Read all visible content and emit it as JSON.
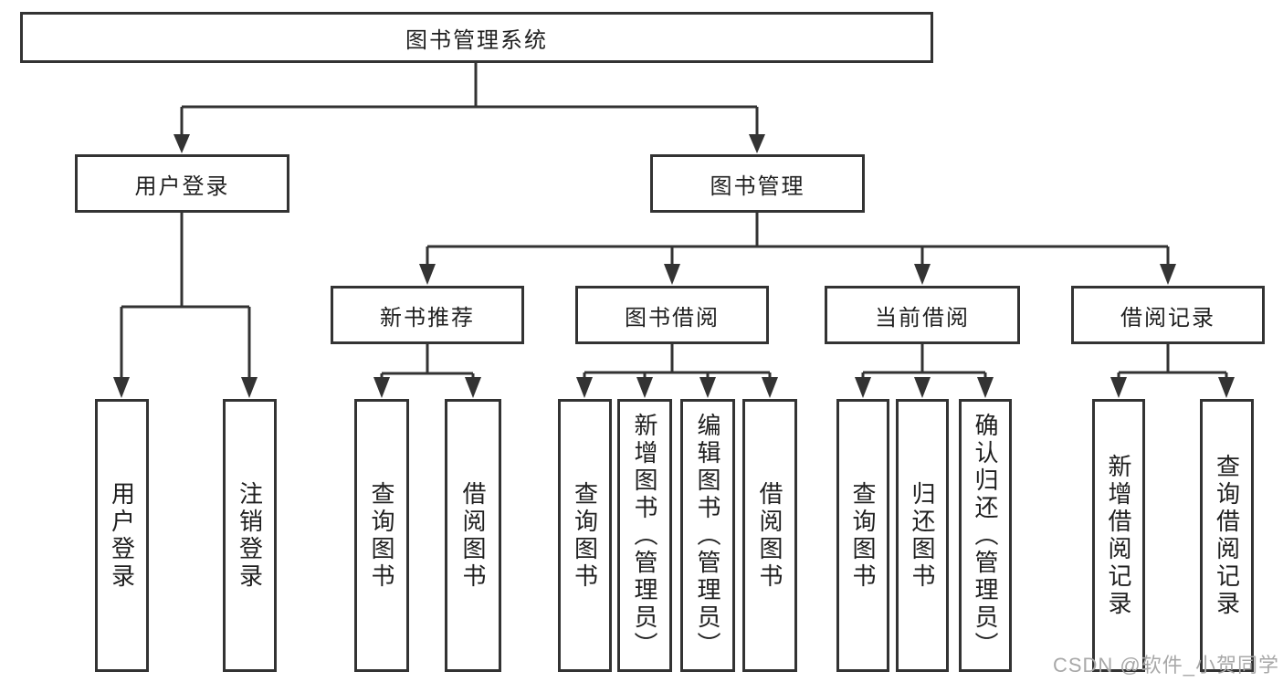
{
  "diagram": {
    "root": {
      "label": "图书管理系统"
    },
    "level2": [
      {
        "label": "用户登录",
        "children": [
          {
            "label": "用户登录"
          },
          {
            "label": "注销登录"
          }
        ]
      },
      {
        "label": "图书管理",
        "children": [
          {
            "label": "新书推荐",
            "children": [
              {
                "label": "查询图书"
              },
              {
                "label": "借阅图书"
              }
            ]
          },
          {
            "label": "图书借阅",
            "children": [
              {
                "label": "查询图书"
              },
              {
                "label": "新增图书（管理员）"
              },
              {
                "label": "编辑图书（管理员）"
              },
              {
                "label": "借阅图书"
              }
            ]
          },
          {
            "label": "当前借阅",
            "children": [
              {
                "label": "查询图书"
              },
              {
                "label": "归还图书"
              },
              {
                "label": "确认归还（管理员）"
              }
            ]
          },
          {
            "label": "借阅记录",
            "children": [
              {
                "label": "新增借阅记录"
              },
              {
                "label": "查询借阅记录"
              }
            ]
          }
        ]
      }
    ]
  },
  "watermark": {
    "text": "CSDN @软件_小贺同学"
  },
  "colors": {
    "line": "#333333",
    "text": "#1f1f1f",
    "background": "#ffffff",
    "watermark": "#a8a8a8"
  }
}
